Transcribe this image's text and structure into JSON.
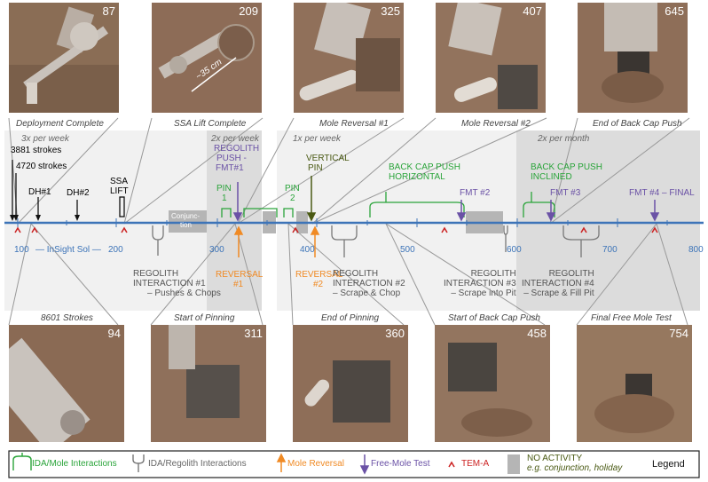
{
  "top_photos": [
    {
      "sol": "87",
      "caption": "Deployment Complete"
    },
    {
      "sol": "209",
      "caption": "SSA Lift Complete",
      "annotation": "~35 cm"
    },
    {
      "sol": "325",
      "caption": "Mole Reversal #1"
    },
    {
      "sol": "407",
      "caption": "Mole Reversal #2"
    },
    {
      "sol": "645",
      "caption": "End of Back Cap Push"
    }
  ],
  "bottom_photos": [
    {
      "sol": "94",
      "caption": "8601 Strokes"
    },
    {
      "sol": "311",
      "caption": "Start of Pinning"
    },
    {
      "sol": "360",
      "caption": "End of Pinning"
    },
    {
      "sol": "458",
      "caption": "Start of Back Cap Push"
    },
    {
      "sol": "754",
      "caption": "Final Free Mole Test"
    }
  ],
  "bands": {
    "b1": "3x per week",
    "b2": "2x per week",
    "b3": "1x per week",
    "b4": "2x per month"
  },
  "axis": {
    "ticks": [
      "100",
      "200",
      "300",
      "400",
      "500",
      "600",
      "700",
      "800"
    ],
    "label": "— InSight Sol —"
  },
  "events": {
    "strokes1": "3881 strokes",
    "strokes2": "4720 strokes",
    "dh1": "DH#1",
    "dh2": "DH#2",
    "ssa": "SSA",
    "lift": "LIFT",
    "conj": "Conjunc-",
    "tion": "tion",
    "rp1": "REGOLITH",
    "rp2": "PUSH -",
    "rp3": "FMT#1",
    "pin1a": "PIN",
    "pin1b": "1",
    "pin2a": "PIN",
    "pin2b": "2",
    "vp1": "VERTICAL",
    "vp2": "PIN",
    "bch1": "BACK CAP PUSH",
    "bch2": "HORIZONTAL",
    "fmt2": "FMT #2",
    "bci1": "BACK CAP PUSH",
    "bci2": "INCLINED",
    "fmt3": "FMT #3",
    "fmt4": "FMT #4 – FINAL",
    "rev1a": "REVERSAL",
    "rev1b": "#1",
    "rev2a": "REVERSAL",
    "rev2b": "#2"
  },
  "regolith": [
    {
      "l1": "REGOLITH",
      "l2": "INTERACTION #1",
      "l3": "– Pushes & Chops"
    },
    {
      "l1": "REGOLITH",
      "l2": "INTERACTION #2",
      "l3": "– Scrape & Chop"
    },
    {
      "l1": "REGOLITH",
      "l2": "INTERACTION #3",
      "l3": "– Scrape into Pit"
    },
    {
      "l1": "REGOLITH",
      "l2": "INTERACTION #4",
      "l3": "– Scrape & Fill Pit"
    }
  ],
  "legend": {
    "ida_mole": "IDA/Mole Interactions",
    "ida_regolith": "IDA/Regolith Interactions",
    "mole_reversal": "Mole Reversal",
    "free_mole": "Free-Mole Test",
    "tema": "TEM-A",
    "no_activity": "NO ACTIVITY",
    "no_activity_sub": "e.g. conjunction, holiday",
    "title": "Legend"
  },
  "colors": {
    "green": "#2aa43a",
    "purple": "#6b52a6",
    "orange": "#f08a24",
    "red": "#cc2222",
    "blue": "#3d74b8",
    "gray": "#bdbdbd"
  }
}
